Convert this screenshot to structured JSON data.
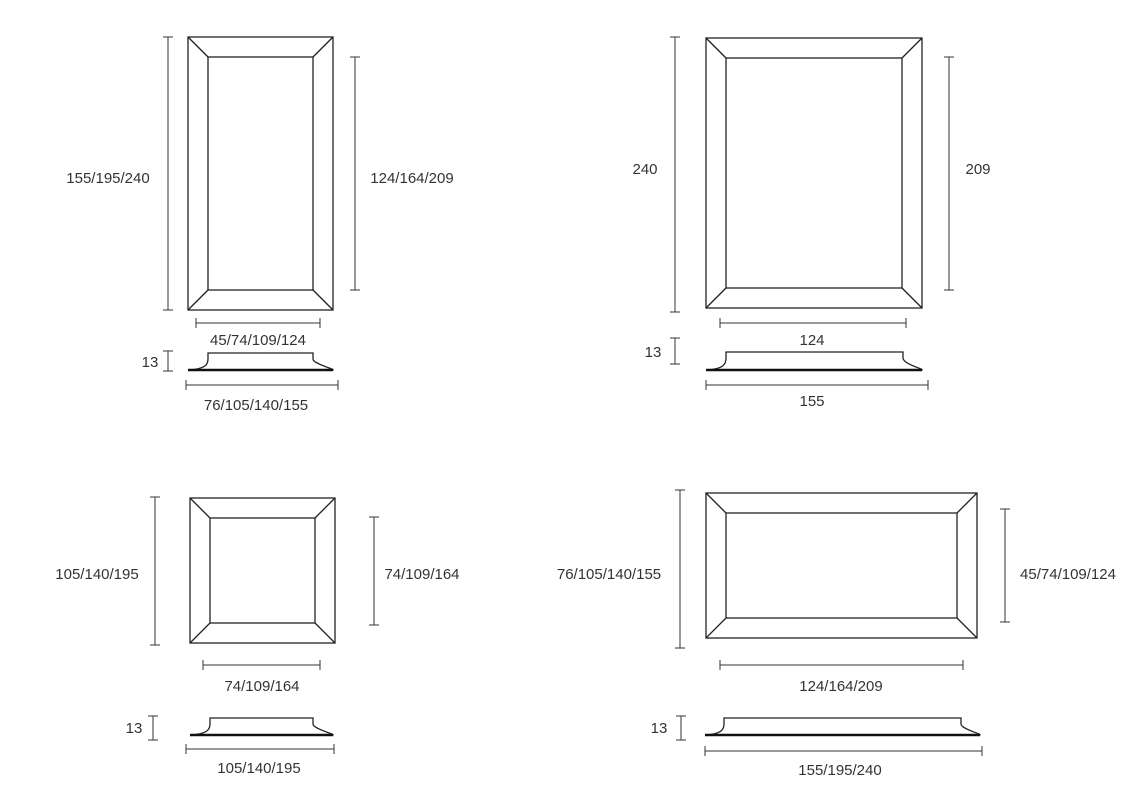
{
  "panels": [
    {
      "id": "tall",
      "outer_height": "155/195/240",
      "inner_height": "124/164/209",
      "inner_width": "45/74/109/124",
      "thickness": "13",
      "outer_width": "76/105/140/155"
    },
    {
      "id": "large",
      "outer_height": "240",
      "inner_height": "209",
      "inner_width": "124",
      "thickness": "13",
      "outer_width": "155"
    },
    {
      "id": "square",
      "outer_height": "105/140/195",
      "inner_height": "74/109/164",
      "inner_width": "74/109/164",
      "thickness": "13",
      "outer_width": "105/140/195"
    },
    {
      "id": "wide",
      "outer_height": "76/105/140/155",
      "inner_height": "45/74/109/124",
      "inner_width": "124/164/209",
      "thickness": "13",
      "outer_width": "155/195/240"
    }
  ]
}
